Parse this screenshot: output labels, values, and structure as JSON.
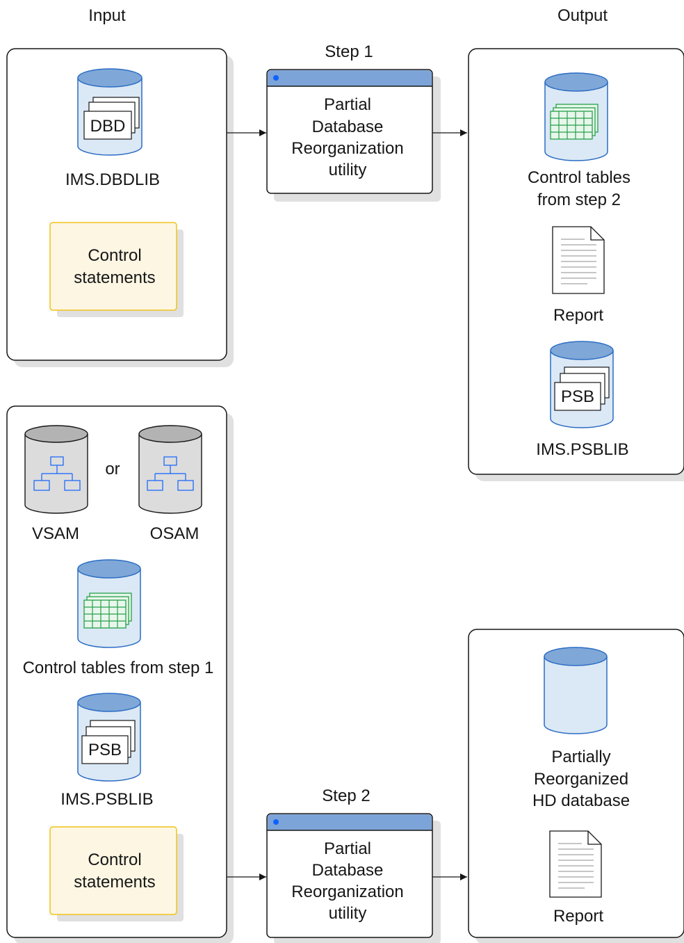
{
  "headers": {
    "input": "Input",
    "output": "Output"
  },
  "step1": {
    "title": "Step 1",
    "proc_lines": [
      "Partial",
      "Database",
      "Reorganization",
      "utility"
    ],
    "input": {
      "dbdlib_tag": "DBD",
      "dbdlib_label": "IMS.DBDLIB",
      "control_lines": [
        "Control",
        "statements"
      ]
    },
    "output": {
      "tables_lines": [
        "Control tables",
        "from step 2"
      ],
      "report_label": "Report",
      "psb_tag": "PSB",
      "psblib_label": "IMS.PSBLIB"
    }
  },
  "step2": {
    "title": "Step 2",
    "proc_lines": [
      "Partial",
      "Database",
      "Reorganization",
      "utility"
    ],
    "input": {
      "vsam_label": "VSAM",
      "or_label": "or",
      "osam_label": "OSAM",
      "tables_label": "Control tables from step 1",
      "psb_tag": "PSB",
      "psblib_label": "IMS.PSBLIB",
      "control_lines": [
        "Control",
        "statements"
      ]
    },
    "output": {
      "db_lines": [
        "Partially",
        "Reorganized",
        "HD database"
      ],
      "report_label": "Report"
    }
  },
  "colors": {
    "db_fill": "#dbe8f5",
    "db_top": "#7fa8d8",
    "db_stroke": "#2b6cc4",
    "gray_fill": "#dcdcdc",
    "gray_top": "#b3b3b3",
    "control_fill": "#fcf6e3",
    "control_stroke": "#f1c21b",
    "header_bar": "#7da4d8",
    "table_green": "#24a148",
    "table_fill": "#e8f6ec",
    "shadow": "#e0e0e0"
  }
}
